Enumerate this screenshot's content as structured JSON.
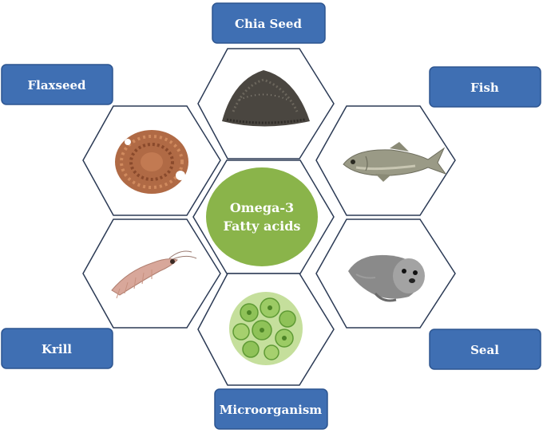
{
  "center": {
    "line1": "Omega-3",
    "line2": "Fatty acids"
  },
  "sources": [
    {
      "label": "Chia Seed",
      "image_icon": "chia-seeds-pile"
    },
    {
      "label": "Fish",
      "image_icon": "fish"
    },
    {
      "label": "Seal",
      "image_icon": "seal"
    },
    {
      "label": "Microorganism",
      "image_icon": "green-algae-cells"
    },
    {
      "label": "Krill",
      "image_icon": "krill-shrimp"
    },
    {
      "label": "Flaxseed",
      "image_icon": "flaxseed-pile"
    }
  ],
  "colors": {
    "label_fill": "#3f6fb3",
    "label_stroke": "#2d5590",
    "hex_stroke": "#2b3a55",
    "center_fill": "#8ab44a",
    "label_text": "#ffffff"
  }
}
